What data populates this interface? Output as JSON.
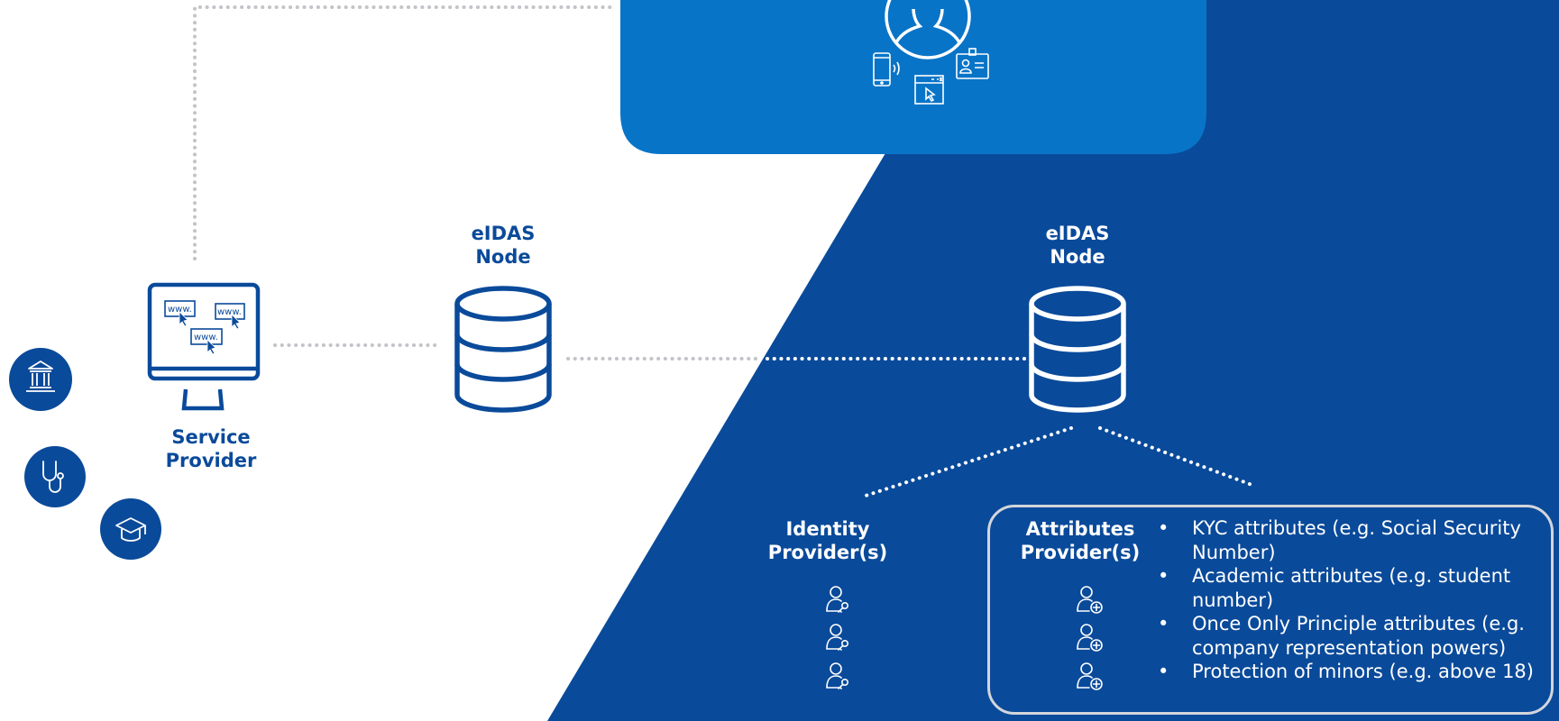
{
  "colors": {
    "primary_blue": "#0a4a9a",
    "user_panel_blue": "#0874c8",
    "white": "#ffffff",
    "dotted_grey": "#c2c4c8",
    "box_border": "#d3d6dc"
  },
  "user_panel": {
    "icons": [
      "user-avatar-icon",
      "mobile-phone-icon",
      "browser-window-icon",
      "id-card-icon"
    ]
  },
  "service_provider": {
    "label_line1": "Service",
    "label_line2": "Provider",
    "icon": "monitor-websites-icon",
    "website_text": "www."
  },
  "sector_icons": [
    "government-building-icon",
    "stethoscope-icon",
    "graduation-cap-icon"
  ],
  "node_left": {
    "label_line1": "eIDAS",
    "label_line2": "Node",
    "icon": "database-icon"
  },
  "node_right": {
    "label_line1": "eIDAS",
    "label_line2": "Node",
    "icon": "database-icon"
  },
  "identity_provider": {
    "label_line1": "Identity",
    "label_line2": "Provider(s)",
    "icon": "user-key-icon"
  },
  "attributes_provider": {
    "label_line1": "Attributes",
    "label_line2": "Provider(s)",
    "icon": "user-plus-icon",
    "items": [
      "KYC attributes (e.g. Social Security Number)",
      "Academic attributes (e.g. student number)",
      "Once Only Principle attributes (e.g. company representation powers)",
      "Protection of minors (e.g. above 18)"
    ]
  }
}
